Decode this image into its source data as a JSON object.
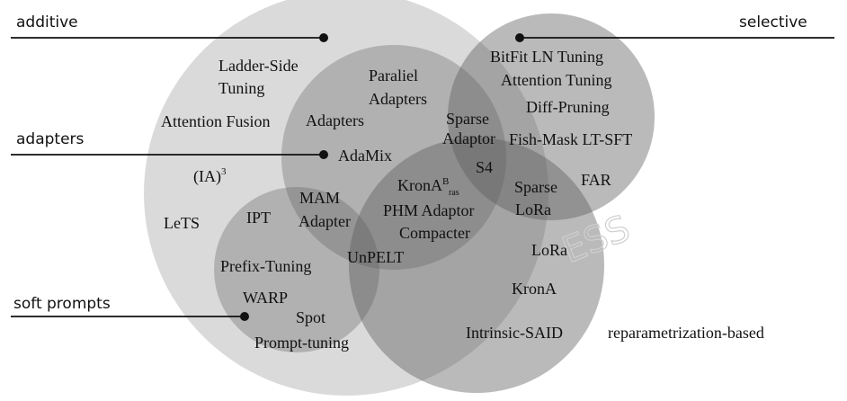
{
  "categories": {
    "additive": "additive",
    "selective": "selective",
    "adapters": "adapters",
    "soft_prompts": "soft prompts",
    "reparametrization": "reparametrization-based"
  },
  "methods": {
    "ladder_side": [
      "Ladder-Side",
      "Tuning"
    ],
    "attention_fusion": "Attention Fusion",
    "ia3_base": "(IA)",
    "ia3_sup": "3",
    "lets": "LeTS",
    "parallel_adapters": [
      "Paraliel",
      "Adapters"
    ],
    "adapters": "Adapters",
    "adamix": "AdaMix",
    "sparse_adaptor": [
      "Sparse",
      "Adaptor"
    ],
    "s4": "S4",
    "bitfit": "BitFit LN Tuning",
    "attention_tuning": "Attention Tuning",
    "diff_pruning": "Diff-Pruning",
    "fish_mask": "Fish-Mask LT-SFT",
    "far": "FAR",
    "krona_b_base": "KronA",
    "krona_b_sup": "B",
    "krona_b_sub": "ras",
    "phm_adaptor": "PHM Adaptor",
    "compacter": "Compacter",
    "mam_adapter": [
      "MAM",
      "Adapter"
    ],
    "ipt": "IPT",
    "unpelt": "UnPELT",
    "sparse_lora": [
      "Sparse",
      "LoRa"
    ],
    "lora": "LoRa",
    "krona": "KronA",
    "intrinsic_said": "Intrinsic-SAID",
    "prefix_tuning": "Prefix-Tuning",
    "warp": "WARP",
    "spot": "Spot",
    "prompt_tuning": "Prompt-tuning"
  },
  "watermark": "ESS",
  "colors": {
    "additive_fill": "#d4d4d4",
    "overlap_fill": "#5a5a5a",
    "line": "#111111",
    "text": "#111111"
  }
}
